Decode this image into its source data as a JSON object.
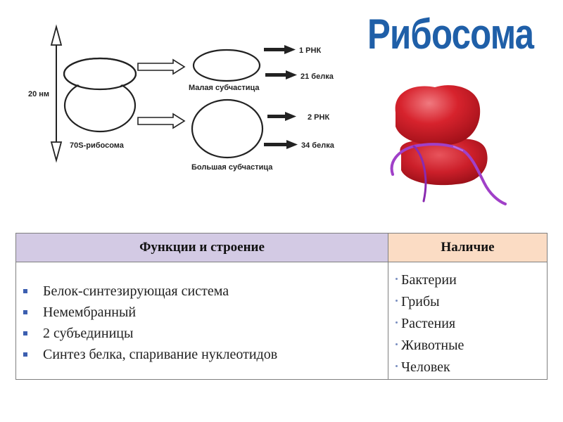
{
  "title": "Рибосома",
  "diagram": {
    "size_label": "20 нм",
    "whole_label": "70S-рибосома",
    "small_label": "Малая субчастица",
    "large_label": "Большая субчастица",
    "small_rna": "1 РНК",
    "small_proteins": "21 белка",
    "large_rna": "2 РНК",
    "large_proteins": "34 белка"
  },
  "table": {
    "header_left": "Функции и строение",
    "header_right": "Наличие",
    "features": [
      "Белок-синтезирующая система",
      "Немембранный",
      "2 субъединицы",
      "Синтез белка, спаривание нуклеотидов"
    ],
    "presence": [
      "Бактерии",
      "Грибы",
      "Растения",
      "Животные",
      "Человек"
    ]
  },
  "colors": {
    "title": "#1f5fa8",
    "ribosome_red": "#cc1f2a",
    "mrna_purple": "#a040c8",
    "header_left_bg": "#d3cae4",
    "header_right_bg": "#fbdcc4",
    "bullet": "#3c5fb0"
  }
}
